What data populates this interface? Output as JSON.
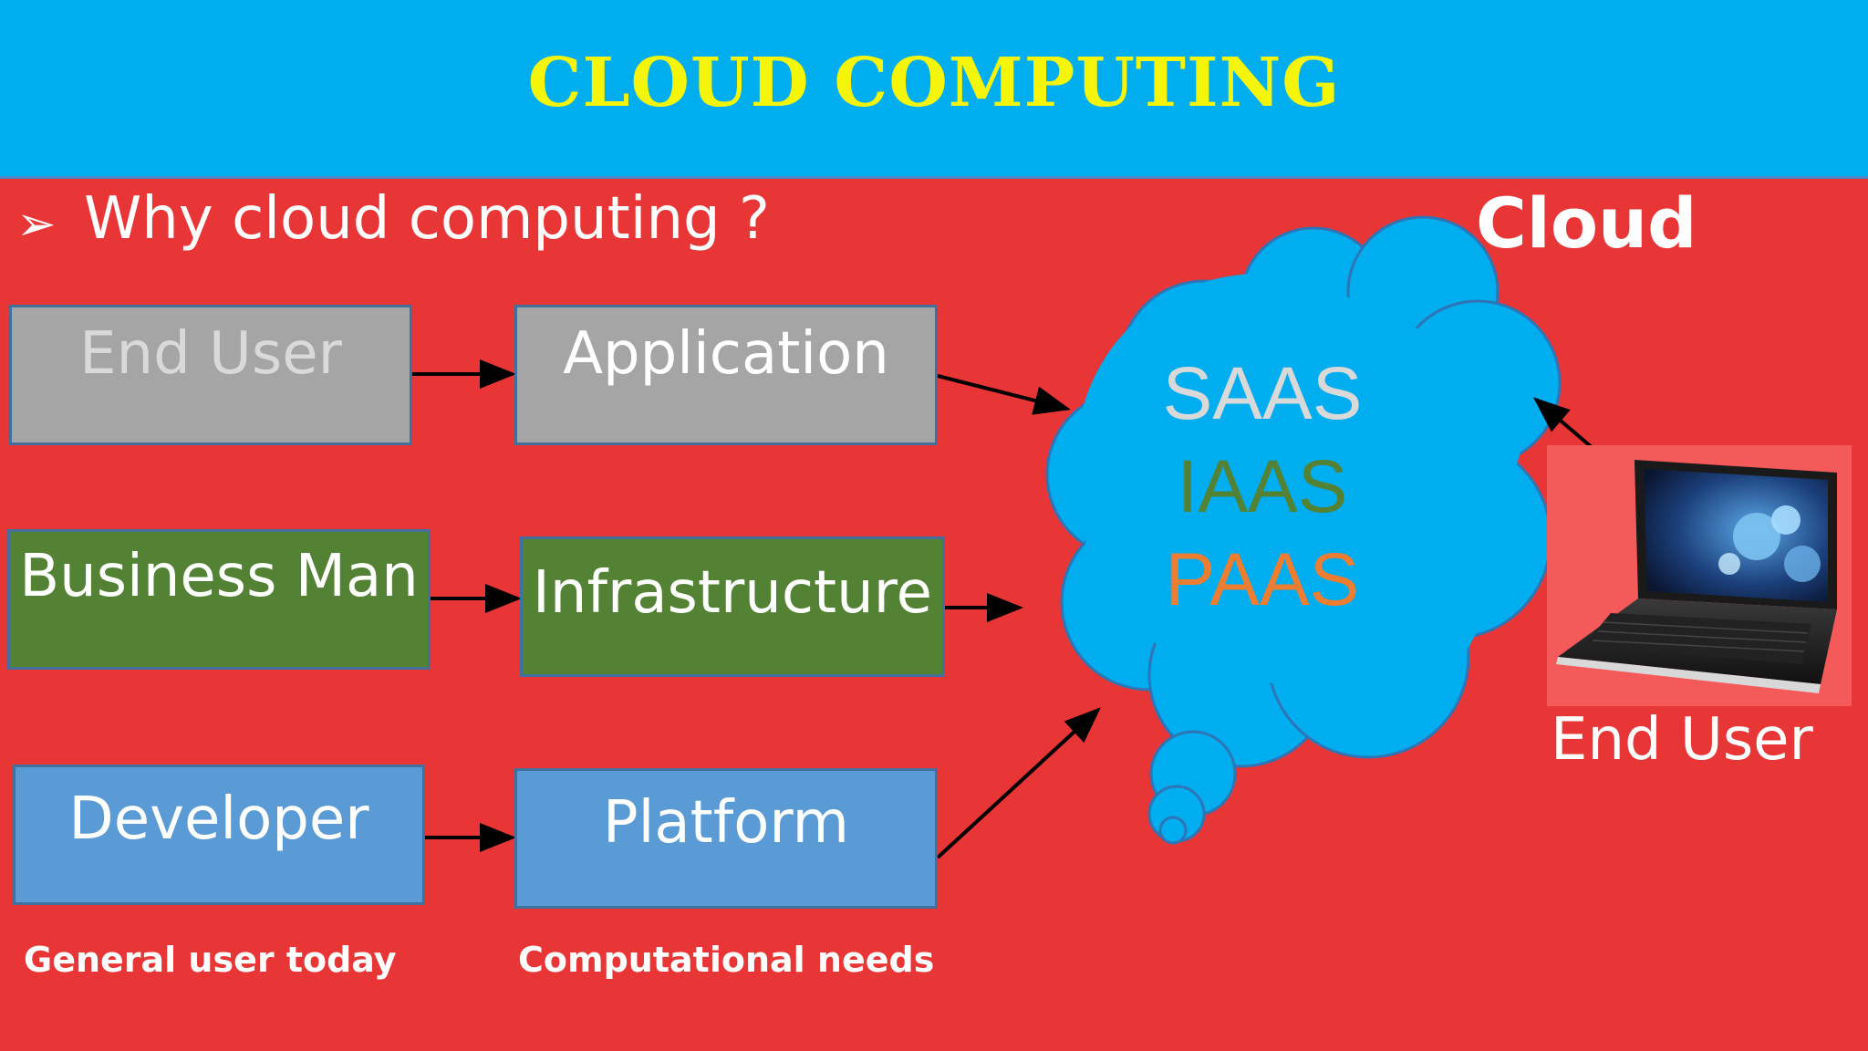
{
  "header": {
    "title": "CLOUD COMPUTING"
  },
  "intro": {
    "bullet": "➢",
    "question": "Why cloud computing ?"
  },
  "cloud": {
    "label": "Cloud",
    "services": [
      "SAAS",
      "IAAS",
      "PAAS"
    ]
  },
  "users": [
    "End User",
    "Business Man",
    "Developer"
  ],
  "needs": [
    "Application",
    "Infrastructure",
    "Platform"
  ],
  "captions": {
    "left": "General user today",
    "middle": "Computational needs"
  },
  "device": {
    "label": "End User"
  },
  "colors": {
    "header": "#00adef",
    "background": "#e83535",
    "title": "#f5f50c",
    "grey": "#a5a5a5",
    "green": "#548235",
    "blue": "#5b9bd5",
    "cloud": "#00adef"
  }
}
